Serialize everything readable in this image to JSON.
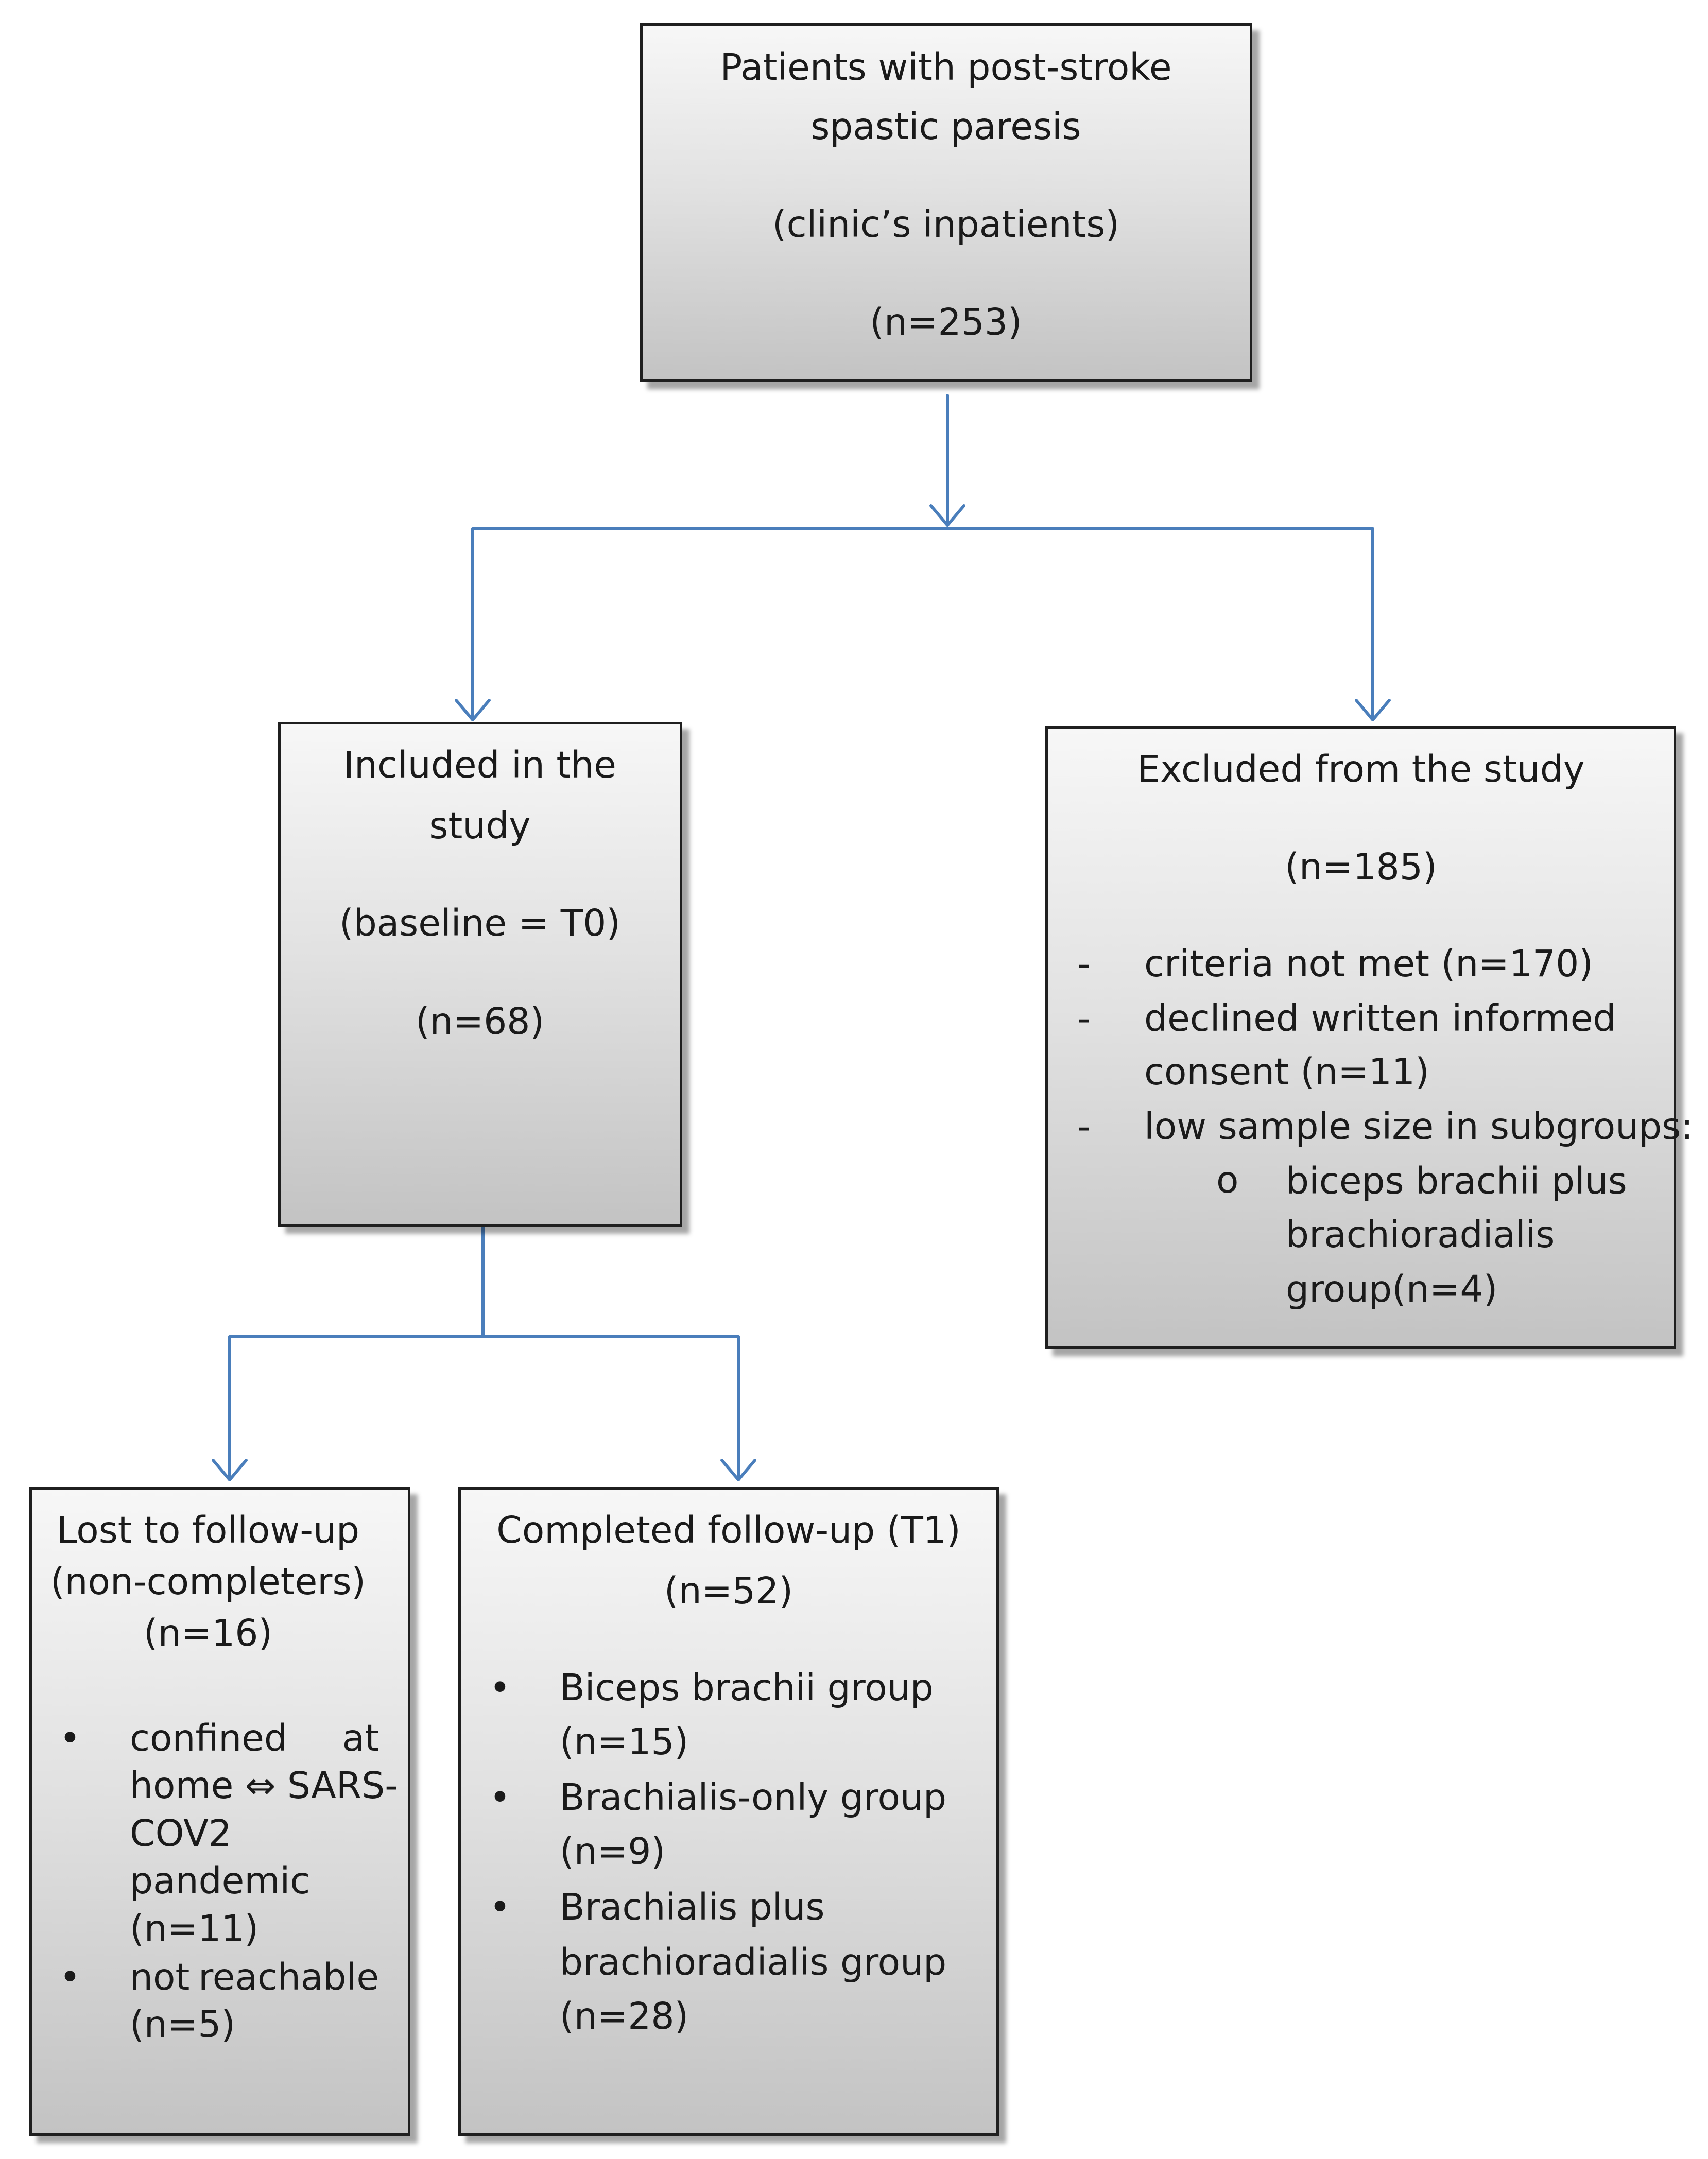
{
  "boxes": {
    "top": {
      "line1": "Patients with post-stroke",
      "line2": "spastic paresis",
      "line3": "(clinic’s inpatients)",
      "count": "(n=253)"
    },
    "included": {
      "line1": "Included in the",
      "line2": "study",
      "line3": "(baseline = T0)",
      "count": "(n=68)"
    },
    "excluded": {
      "title": "Excluded from the study",
      "count": "(n=185)",
      "dash_marker": "-",
      "sub_marker": "o",
      "items": [
        "criteria not met (n=170)",
        "declined written informed",
        "consent (n=11)",
        "low sample size in subgroups:"
      ],
      "sub_items": [
        "biceps brachii plus",
        "brachioradialis",
        "group(n=4)"
      ]
    },
    "lost": {
      "line1": "Lost to follow-up",
      "line2": "(non-completers)",
      "count": "(n=16)",
      "bullet": "•",
      "item1": {
        "l1a": "confined",
        "l1b": "at",
        "l2a": "home ⇔ SARS-",
        "l3": "COV2",
        "l4": "pandemic",
        "l5": "(n=11)"
      },
      "item2": {
        "l1a": "not",
        "l1b": "reachable",
        "l2": "(n=5)"
      }
    },
    "completed": {
      "title": "Completed follow-up (T1)",
      "count": "(n=52)",
      "bullet": "•",
      "items": [
        "Biceps brachii group",
        "(n=15)",
        "Brachialis-only group",
        "(n=9)",
        "Brachialis plus",
        "brachioradialis group",
        "(n=28)"
      ]
    }
  },
  "colors": {
    "connector": "#4a7ebb",
    "border": "#1f1f1f"
  }
}
